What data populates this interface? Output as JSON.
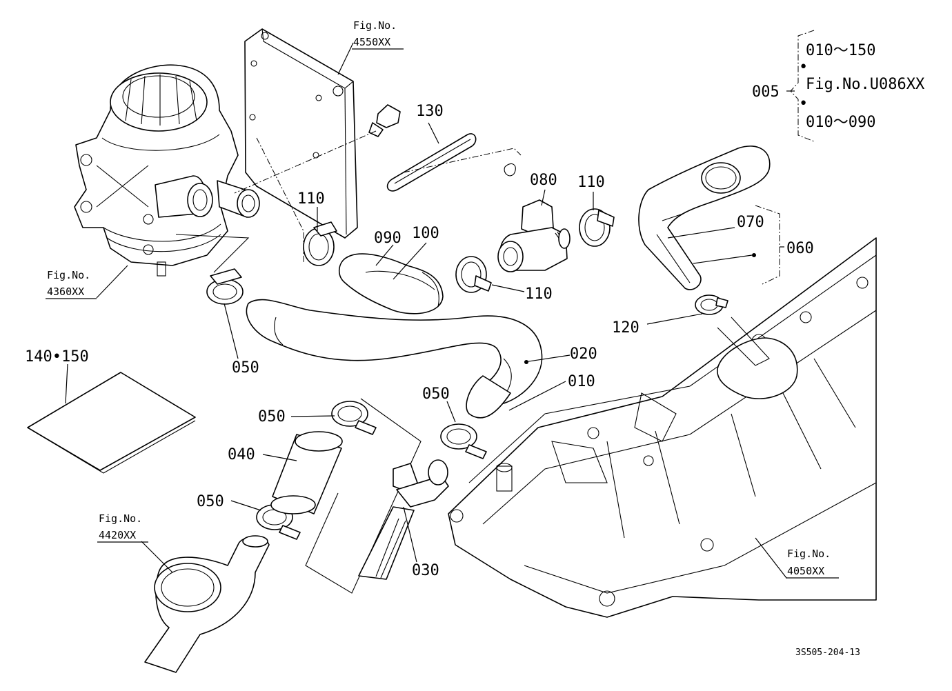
{
  "callouts": {
    "c005": "005",
    "c010": "010",
    "c020": "020",
    "c030": "030",
    "c040": "040",
    "c050a": "050",
    "c050b": "050",
    "c050c": "050",
    "c050d": "050",
    "c060": "060",
    "c070": "070",
    "c080": "080",
    "c090": "090",
    "c100": "100",
    "c110a": "110",
    "c110b": "110",
    "c110c": "110",
    "c120": "120",
    "c130": "130",
    "c140_150": "140•150"
  },
  "set_note": {
    "line1": "010～150",
    "dot1": "•",
    "line2": "Fig.No.U086XX",
    "dot2": "•",
    "line3": "010～090"
  },
  "figure_refs": {
    "f4550": {
      "label": "Fig.No.",
      "number": "4550XX"
    },
    "f4360": {
      "label": "Fig.No.",
      "number": "4360XX"
    },
    "f4420": {
      "label": "Fig.No.",
      "number": "4420XX"
    },
    "f4050": {
      "label": "Fig.No.",
      "number": "4050XX"
    }
  },
  "drawing_number": "3S505-204-13"
}
